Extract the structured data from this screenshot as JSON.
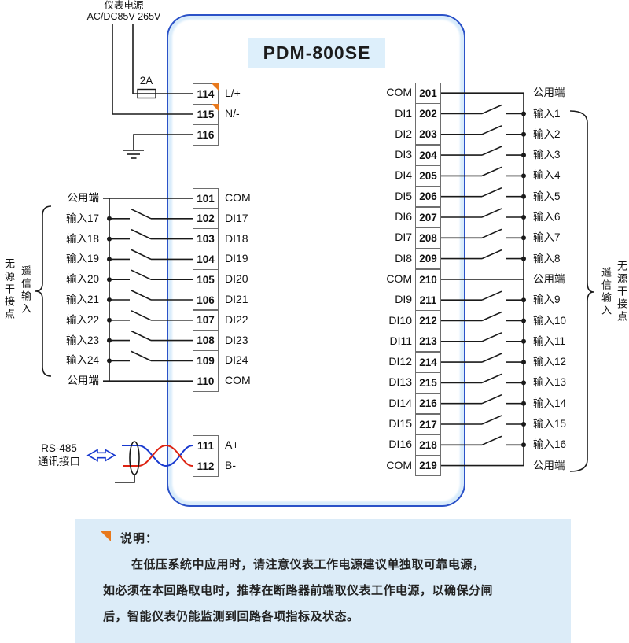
{
  "device": {
    "title": "PDM-800SE"
  },
  "power": {
    "label": [
      "仪表电源",
      "AC/DC85V-265V"
    ],
    "fuse": "2A",
    "terminals": [
      {
        "no": "114",
        "name": "L/+",
        "marked": true
      },
      {
        "no": "115",
        "name": "N/-",
        "marked": true
      },
      {
        "no": "116",
        "name": "",
        "marked": false
      }
    ]
  },
  "left_block": {
    "bracket": {
      "outer": "无源干接点",
      "inner": "遥信输入"
    },
    "rows": [
      {
        "no": "101",
        "name": "COM",
        "ext": "公用端",
        "type": "com"
      },
      {
        "no": "102",
        "name": "DI17",
        "ext": "输入17",
        "type": "di"
      },
      {
        "no": "103",
        "name": "DI18",
        "ext": "输入18",
        "type": "di"
      },
      {
        "no": "104",
        "name": "DI19",
        "ext": "输入19",
        "type": "di"
      },
      {
        "no": "105",
        "name": "DI20",
        "ext": "输入20",
        "type": "di"
      },
      {
        "no": "106",
        "name": "DI21",
        "ext": "输入21",
        "type": "di"
      },
      {
        "no": "107",
        "name": "DI22",
        "ext": "输入22",
        "type": "di"
      },
      {
        "no": "108",
        "name": "DI23",
        "ext": "输入23",
        "type": "di"
      },
      {
        "no": "109",
        "name": "DI24",
        "ext": "输入24",
        "type": "di"
      },
      {
        "no": "110",
        "name": "COM",
        "ext": "公用端",
        "type": "com"
      }
    ]
  },
  "rs485": {
    "label": [
      "RS-485",
      "通讯接口"
    ],
    "terminals": [
      {
        "no": "111",
        "name": "A+"
      },
      {
        "no": "112",
        "name": "B-"
      }
    ]
  },
  "right_block": {
    "bracket": {
      "outer": "无源干接点",
      "inner": "遥信输入"
    },
    "rows": [
      {
        "no": "201",
        "name": "COM",
        "ext": "公用端",
        "type": "com"
      },
      {
        "no": "202",
        "name": "DI1",
        "ext": "输入1",
        "type": "di"
      },
      {
        "no": "203",
        "name": "DI2",
        "ext": "输入2",
        "type": "di"
      },
      {
        "no": "204",
        "name": "DI3",
        "ext": "输入3",
        "type": "di"
      },
      {
        "no": "205",
        "name": "DI4",
        "ext": "输入4",
        "type": "di"
      },
      {
        "no": "206",
        "name": "DI5",
        "ext": "输入5",
        "type": "di"
      },
      {
        "no": "207",
        "name": "DI6",
        "ext": "输入6",
        "type": "di"
      },
      {
        "no": "208",
        "name": "DI7",
        "ext": "输入7",
        "type": "di"
      },
      {
        "no": "209",
        "name": "DI8",
        "ext": "输入8",
        "type": "di"
      },
      {
        "no": "210",
        "name": "COM",
        "ext": "公用端",
        "type": "com"
      },
      {
        "no": "211",
        "name": "DI9",
        "ext": "输入9",
        "type": "di"
      },
      {
        "no": "212",
        "name": "DI10",
        "ext": "输入10",
        "type": "di"
      },
      {
        "no": "213",
        "name": "DI11",
        "ext": "输入11",
        "type": "di"
      },
      {
        "no": "214",
        "name": "DI12",
        "ext": "输入12",
        "type": "di"
      },
      {
        "no": "215",
        "name": "DI13",
        "ext": "输入13",
        "type": "di"
      },
      {
        "no": "216",
        "name": "DI14",
        "ext": "输入14",
        "type": "di"
      },
      {
        "no": "217",
        "name": "DI15",
        "ext": "输入15",
        "type": "di"
      },
      {
        "no": "218",
        "name": "DI16",
        "ext": "输入16",
        "type": "di"
      },
      {
        "no": "219",
        "name": "COM",
        "ext": "公用端",
        "type": "com"
      }
    ]
  },
  "note": {
    "heading": "说明：",
    "lines": [
      "在低压系统中应用时，请注意仪表工作电源建议单独取可靠电源，",
      "如必须在本回路取电时，推荐在断路器前端取仪表工作电源，以确保分闸",
      "后，智能仪表仍能监测到回路各项指标及状态。"
    ]
  },
  "colors": {
    "device_border": "#2b52c8",
    "device_glow": "#d9ecfb",
    "title_bg": "#ddeffb",
    "note_bg": "#dcecf8",
    "accent_orange": "#e8791d",
    "wire": "#1a1a1a",
    "wire_red": "#dd2211",
    "wire_blue": "#1839cf"
  }
}
